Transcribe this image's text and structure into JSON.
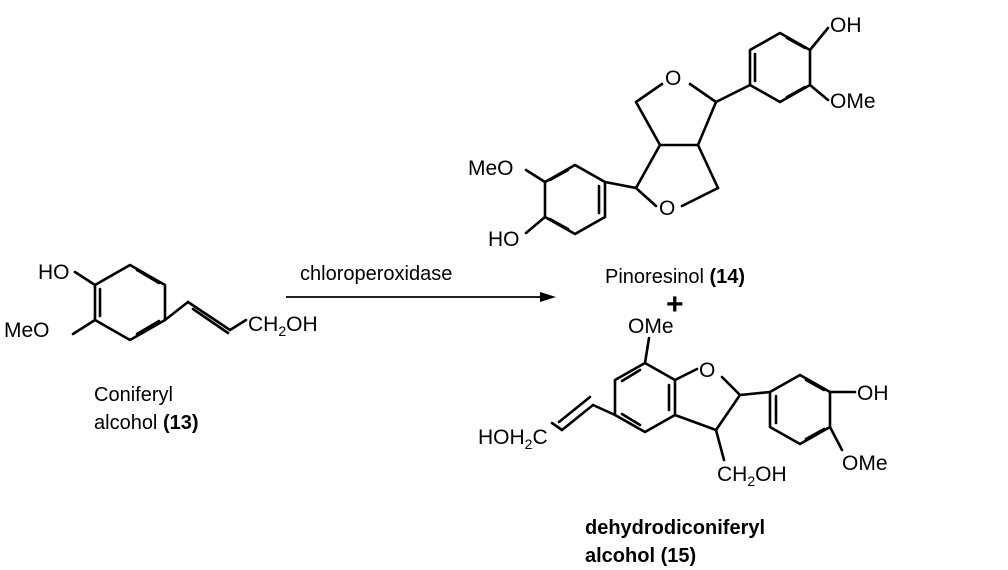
{
  "reaction": {
    "reagent": "chloroperoxidase"
  },
  "reactant": {
    "name": "Coniferyl",
    "name_line2": "alcohol",
    "number": "(13)",
    "labels": {
      "ho": "HO",
      "meo": "MeO",
      "ch2oh_ch": "CH",
      "ch2oh_sub": "2",
      "ch2oh_oh": "OH"
    }
  },
  "product1": {
    "name": "Pinoresinol",
    "number": "(14)",
    "labels": {
      "oh": "OH",
      "ome": "OMe",
      "meo": "MeO",
      "ho": "HO",
      "o_top": "O",
      "o_bottom": "O"
    }
  },
  "plus": "+",
  "product2": {
    "name": "dehydrodiconiferyl",
    "name_line2": "alcohol",
    "number": "(15)",
    "labels": {
      "ome_top": "OMe",
      "o_ring": "O",
      "oh": "OH",
      "ome_right": "OMe",
      "hoh2c_a": "HOH",
      "hoh2c_sub": "2",
      "hoh2c_b": "C",
      "ch2oh_ch": "CH",
      "ch2oh_sub": "2",
      "ch2oh_oh": "OH"
    }
  }
}
